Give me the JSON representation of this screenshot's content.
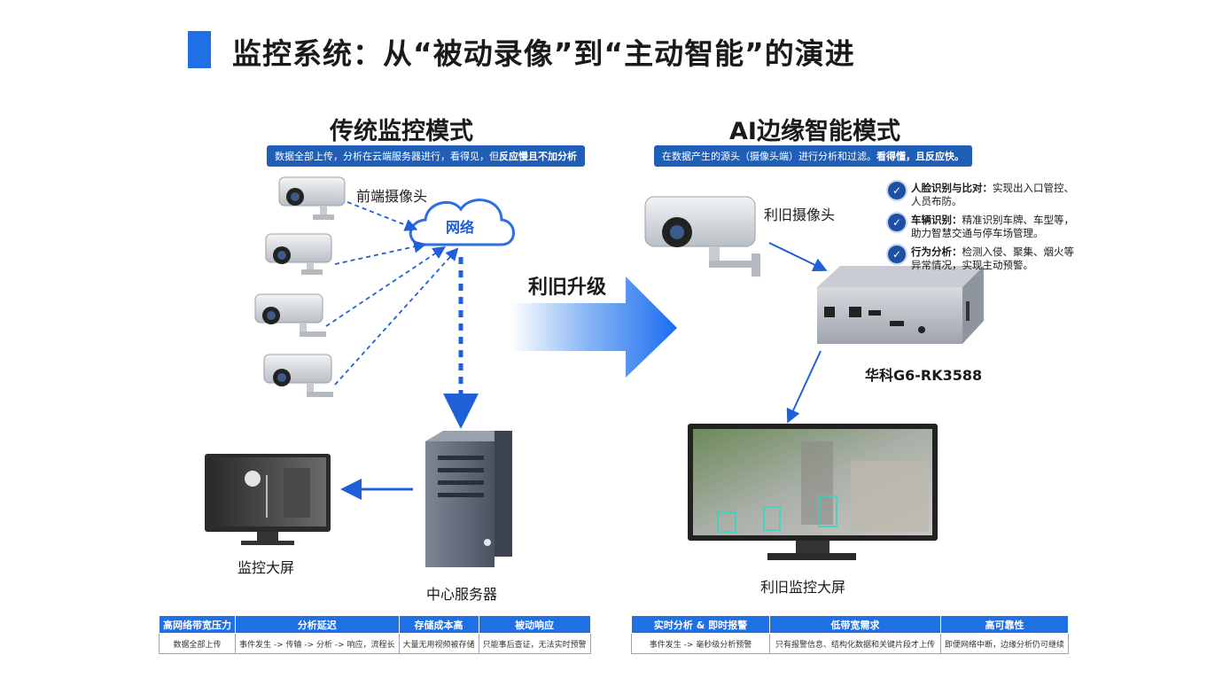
{
  "title": "监控系统：从“被动录像”到“主动智能”的演进",
  "left": {
    "heading": "传统监控模式",
    "desc_prefix": "数据全部上传，分析在云端服务器进行，看得见，但",
    "desc_bold": "反应慢且不加分析",
    "camera_label": "前端摄像头",
    "cloud_label": "网络",
    "screen_label": "监控大屏",
    "server_label": "中心服务器"
  },
  "middle": {
    "upgrade_label": "利旧升级"
  },
  "right": {
    "heading": "AI边缘智能模式",
    "desc_prefix": "在数据产生的源头（摄像头端）进行分析和过滤。",
    "desc_bold": "看得懂，且反应快。",
    "camera_label": "利旧摄像头",
    "device_label": "华科G6-RK3588",
    "screen_label": "利旧监控大屏",
    "features": [
      {
        "bold": "人脸识别与比对：",
        "text": "实现出入口管控、人员布防。"
      },
      {
        "bold": "车辆识别：",
        "text": "精准识别车牌、车型等，助力智慧交通与停车场管理。"
      },
      {
        "bold": "行为分析：",
        "text": "检测入侵、聚集、烟火等异常情况，实现主动预警。"
      }
    ]
  },
  "left_table": {
    "headers": [
      "高网络带宽压力",
      "分析延迟",
      "存储成本高",
      "被动响应"
    ],
    "cells": [
      "数据全部上传",
      "事件发生 -> 传输 -> 分析 -> 响应，流程长",
      "大量无用视频被存储",
      "只能事后查证，无法实时预警"
    ]
  },
  "right_table": {
    "headers": [
      "实时分析 & 即时报警",
      "低带宽需求",
      "高可靠性"
    ],
    "cells": [
      "事件发生 -> 毫秒级分析预警",
      "只有报警信息、结构化数据和关键片段才上传",
      "即便网络中断，边缘分析仍可继续"
    ]
  },
  "colors": {
    "accent": "#1f6fe5",
    "pill": "#1f5fb8",
    "check": "#1d4fa3"
  },
  "icons": [
    "camera-icon",
    "cloud-icon",
    "server-icon",
    "monitor-icon",
    "edge-box-icon",
    "check-icon",
    "big-arrow-icon"
  ]
}
